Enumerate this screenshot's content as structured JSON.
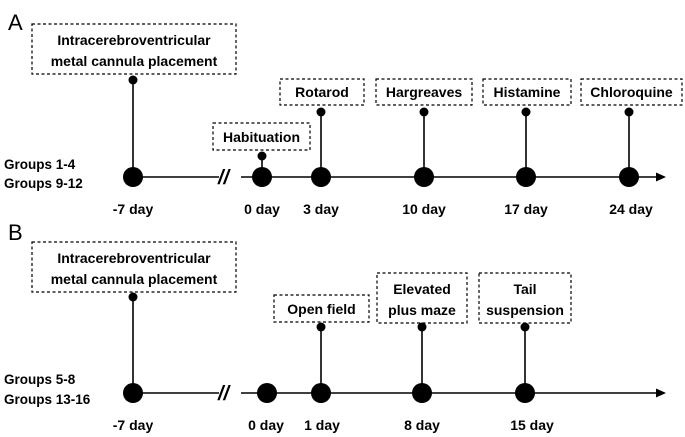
{
  "panels": [
    {
      "label": "A",
      "groups_line1": "Groups 1-4",
      "groups_line2": "Groups 9-12",
      "events": [
        {
          "day": "-7 day",
          "box_lines": [
            "Intracerebroventricular",
            "metal cannula  placement"
          ]
        },
        {
          "day": "0 day",
          "box_lines": [
            "Habituation"
          ]
        },
        {
          "day": "3 day",
          "box_lines": [
            "Rotarod"
          ]
        },
        {
          "day": "10 day",
          "box_lines": [
            "Hargreaves"
          ]
        },
        {
          "day": "17 day",
          "box_lines": [
            "Histamine"
          ]
        },
        {
          "day": "24 day",
          "box_lines": [
            "Chloroquine"
          ]
        }
      ]
    },
    {
      "label": "B",
      "groups_line1": "Groups 5-8",
      "groups_line2": "Groups 13-16",
      "events": [
        {
          "day": "-7 day",
          "box_lines": [
            "Intracerebroventricular",
            "metal cannula  placement"
          ]
        },
        {
          "day": "0 day",
          "box_lines": []
        },
        {
          "day": "1 day",
          "box_lines": [
            "Open field"
          ]
        },
        {
          "day": "8 day",
          "box_lines": [
            "Elevated",
            "plus maze"
          ]
        },
        {
          "day": "15  day",
          "box_lines": [
            "Tail",
            "suspension"
          ]
        }
      ]
    }
  ],
  "axis_break_symbol": "//"
}
